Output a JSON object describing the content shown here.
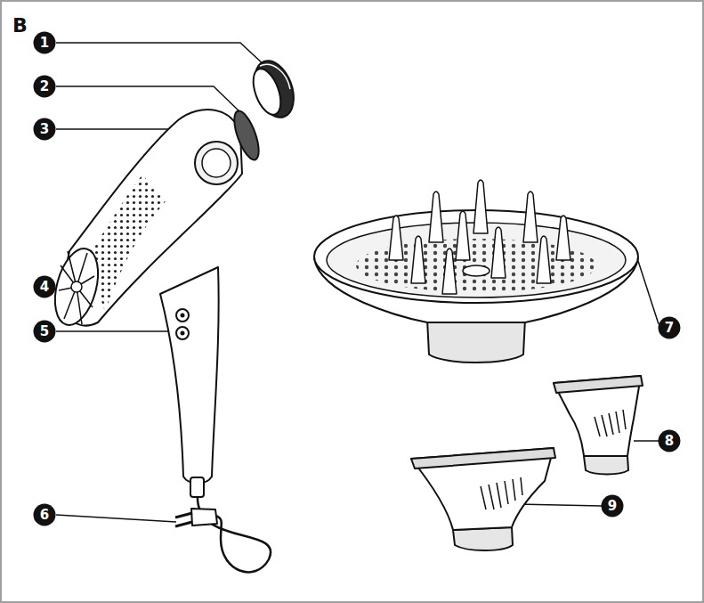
{
  "diagram": {
    "nodes": [
      {
        "text": [
          "1"
        ]
      },
      {
        "text": [
          "2"
        ]
      },
      {
        "text": [
          "3"
        ]
      },
      {
        "text": [
          "4"
        ]
      },
      {
        "text": [
          "5"
        ]
      },
      {
        "text": [
          "6"
        ]
      },
      {
        "text": [
          "7"
        ]
      },
      {
        "text": [
          "8"
        ]
      },
      {
        "text": [
          "9"
        ]
      }
    ],
    "labels": [
      "B"
    ]
  }
}
